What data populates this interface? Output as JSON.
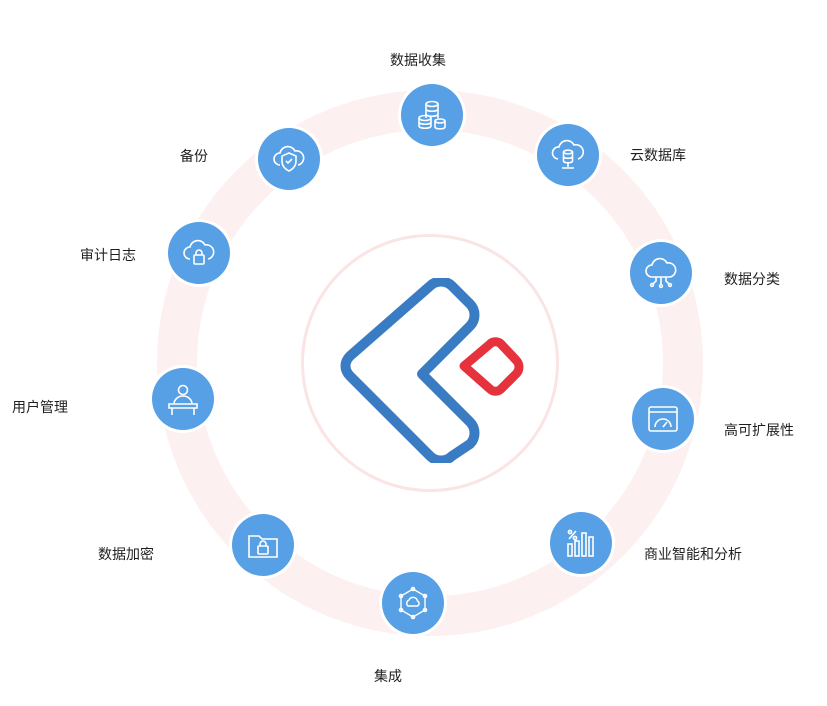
{
  "items": [
    {
      "label": "数据收集",
      "icon": "database-stack-icon"
    },
    {
      "label": "云数据库",
      "icon": "cloud-database-icon"
    },
    {
      "label": "数据分类",
      "icon": "cloud-network-icon"
    },
    {
      "label": "高可扩展性",
      "icon": "browser-gauge-icon"
    },
    {
      "label": "商业智能和分析",
      "icon": "percent-chart-icon"
    },
    {
      "label": "集成",
      "icon": "integration-network-icon"
    },
    {
      "label": "数据加密",
      "icon": "folder-lock-icon"
    },
    {
      "label": "用户管理",
      "icon": "user-desk-icon"
    },
    {
      "label": "审计日志",
      "icon": "cloud-lock-icon"
    },
    {
      "label": "备份",
      "icon": "cloud-shield-icon"
    }
  ],
  "colors": {
    "node": "#57a0e5",
    "outer_ring": "#fdf0f0",
    "inner_ring": "#fbe4e4",
    "logo_blue": "#3a7cc4",
    "logo_red": "#e5323d"
  }
}
